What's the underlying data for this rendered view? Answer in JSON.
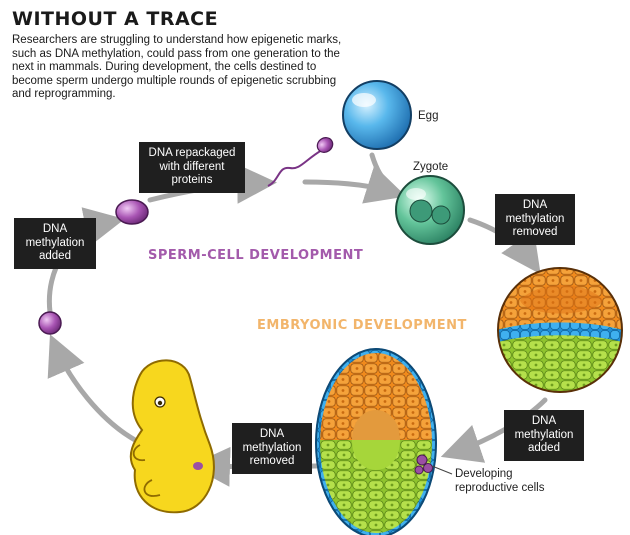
{
  "title": "WITHOUT A TRACE",
  "intro": "Researchers are struggling to understand how epigenetic marks, such as DNA methylation, could pass from one generation to the next in mammals. During development, the cells destined to become sperm undergo multiple rounds of epigenetic scrubbing and reprogramming.",
  "boxes": {
    "repackaged": [
      "DNA repackaged",
      "with different",
      "proteins"
    ],
    "methyl_added_left": [
      "DNA",
      "methylation",
      "added"
    ],
    "methyl_removed_top": [
      "DNA",
      "methylation",
      "removed"
    ],
    "methyl_added_right": [
      "DNA",
      "methylation",
      "added"
    ],
    "methyl_removed_bottom": [
      "DNA",
      "methylation",
      "removed"
    ]
  },
  "labels": {
    "egg": "Egg",
    "zygote": "Zygote",
    "reproductive": [
      "Developing",
      "reproductive cells"
    ]
  },
  "sections": {
    "sperm": "SPERM-CELL DEVELOPMENT",
    "embryonic": "EMBRYONIC DEVELOPMENT"
  },
  "colors": {
    "box_bg": "#1f1f1f",
    "arrow": "#a8a8a8",
    "sperm_purple": "#9b4fa3",
    "embryo_orange": "#f2b56b",
    "egg_blue": "#3b9fd8",
    "zygote_green": "#4fb08a",
    "cell_orange": "#f08a1c",
    "cell_green": "#a6d63a",
    "cell_blue": "#2e9fe0",
    "fetus_yellow": "#f5d51c"
  }
}
